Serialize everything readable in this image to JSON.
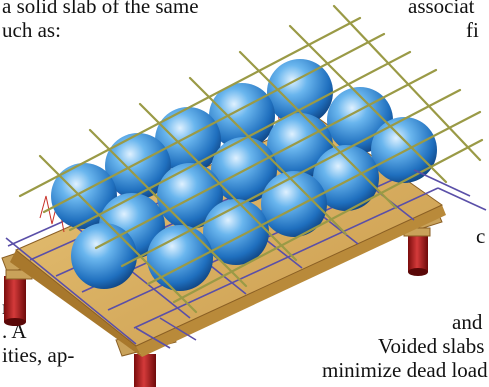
{
  "text_fragments": {
    "left_line_1": "a solid slab of the same",
    "left_line_2": "uch as:",
    "left_line_3": "n",
    "left_line_4": ". A",
    "left_line_5": "ities, ap-",
    "right_line_1": "associat",
    "right_line_2": "fi",
    "right_line_3": "c",
    "right_line_4": "and",
    "right_line_5": "Voided slabs",
    "right_line_6": "minimize dead load"
  },
  "figure": {
    "subject": "voided slab with spherical void formers between reinforcement grids",
    "colors": {
      "slab": "#d8b060",
      "slab_edge": "#a8782c",
      "void_sphere": "#3a8fd8",
      "bar_top": "#9a9a46",
      "bar_bottom": "#5a4fa8",
      "stirrup": "#c83028",
      "support": "#b01818"
    }
  }
}
